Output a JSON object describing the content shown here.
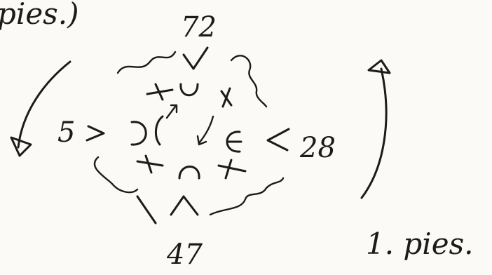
{
  "labels": {
    "top_partial": "pies.)",
    "top_number": "72",
    "left_number": "5",
    "right_number": "28",
    "bottom_number": "47",
    "note": "1. pies."
  }
}
